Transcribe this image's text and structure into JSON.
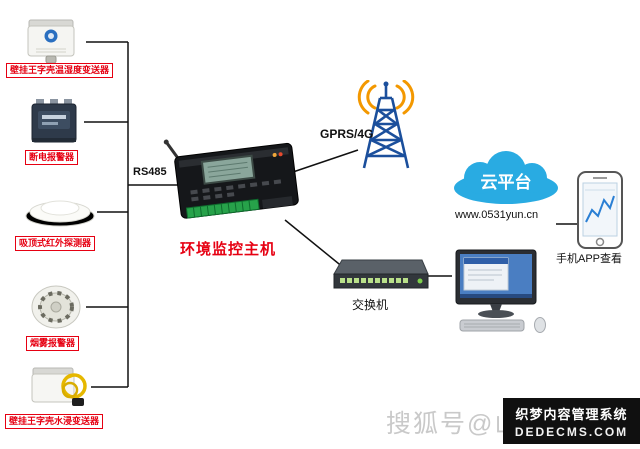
{
  "sensors": [
    {
      "label": "壁挂王字壳温湿度变送器"
    },
    {
      "label": "断电报警器"
    },
    {
      "label": "吸顶式红外探测器"
    },
    {
      "label": "烟雾报警器"
    },
    {
      "label": "壁挂王字壳水浸变送器"
    }
  ],
  "connections": {
    "bus_label": "RS485"
  },
  "host": {
    "label": "环境监控主机"
  },
  "network": {
    "gprs_label": "GPRS/4G",
    "switch_label": "交换机"
  },
  "cloud": {
    "label": "云平台",
    "url": "www.0531yun.cn"
  },
  "phone": {
    "label": "手机APP查看"
  },
  "watermarks": {
    "sohu": "搜狐号@山东",
    "dedecms_line1": "织梦内容管理系统",
    "dedecms_line2": "DEDECMS.COM"
  },
  "colors": {
    "accent_red": "#e60012",
    "cloud_blue": "#29abe2",
    "tower_blue": "#1b4f9c",
    "wave_orange": "#f39800"
  }
}
